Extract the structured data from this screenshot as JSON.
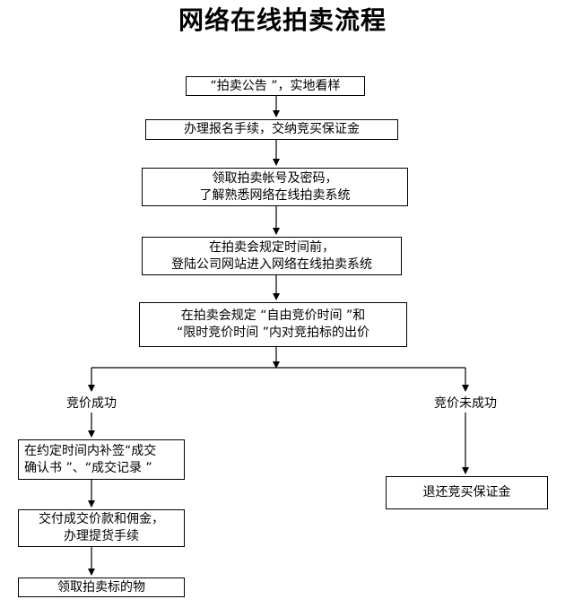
{
  "title": "网络在线拍卖流程",
  "steps": [
    {
      "lines": [
        "“拍卖公告 ”，实地看样"
      ]
    },
    {
      "lines": [
        "办理报名手续，交纳竞买保证金"
      ]
    },
    {
      "lines": [
        "领取拍卖帐号及密码，",
        "了解熟悉网络在线拍卖系统"
      ]
    },
    {
      "lines": [
        "在拍卖会规定时间前，",
        "登陆公司网站进入网络在线拍卖系统"
      ]
    },
    {
      "lines": [
        "在拍卖会规定 “自由竞价时间 ”和",
        "“限时竞价时间 ”内对竞拍标的出价"
      ]
    }
  ],
  "branches": {
    "success_label": "竞价成功",
    "fail_label": "竞价未成功"
  },
  "success_steps": [
    {
      "lines": [
        "在约定时间内补签“成交",
        "确认书 ”、“成交记录 ”"
      ]
    },
    {
      "lines": [
        "交付成交价款和佣金，",
        "办理提货手续"
      ]
    },
    {
      "lines": [
        "领取拍卖标的物"
      ]
    }
  ],
  "fail_steps": [
    {
      "lines": [
        "退还竞买保证金"
      ]
    }
  ]
}
